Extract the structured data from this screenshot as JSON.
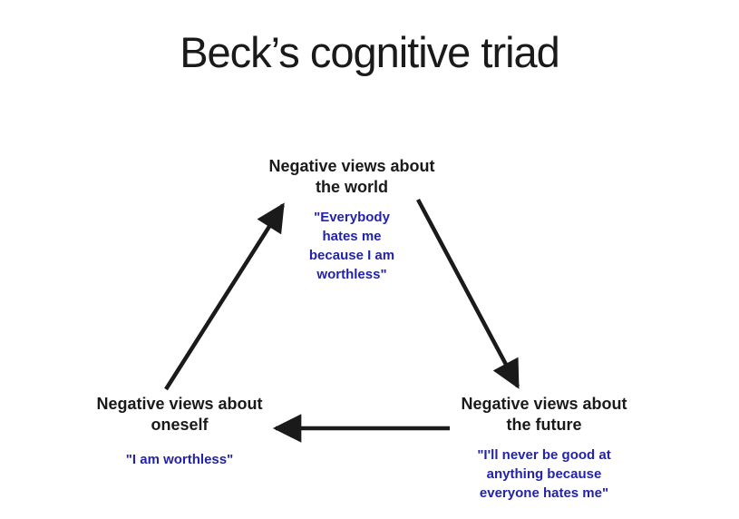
{
  "slide": {
    "title": "Beck’s cognitive triad",
    "background": "#ffffff",
    "text_color": "#1a1a1a",
    "quote_color": "#2323aa",
    "arrow_color": "#1a1a1a"
  },
  "nodes": {
    "world": {
      "label": "Negative views about\nthe world",
      "quote": "\"Everybody\nhates me\nbecause I am\nworthless\""
    },
    "oneself": {
      "label": "Negative views about\noneself",
      "quote": "\"I am worthless\""
    },
    "future": {
      "label": "Negative views about\nthe future",
      "quote": "\"I'll never be good at\nanything because\neveryone hates me\""
    }
  },
  "arrows": [
    {
      "from": "oneself",
      "to": "world"
    },
    {
      "from": "world",
      "to": "future"
    },
    {
      "from": "future",
      "to": "oneself"
    }
  ]
}
